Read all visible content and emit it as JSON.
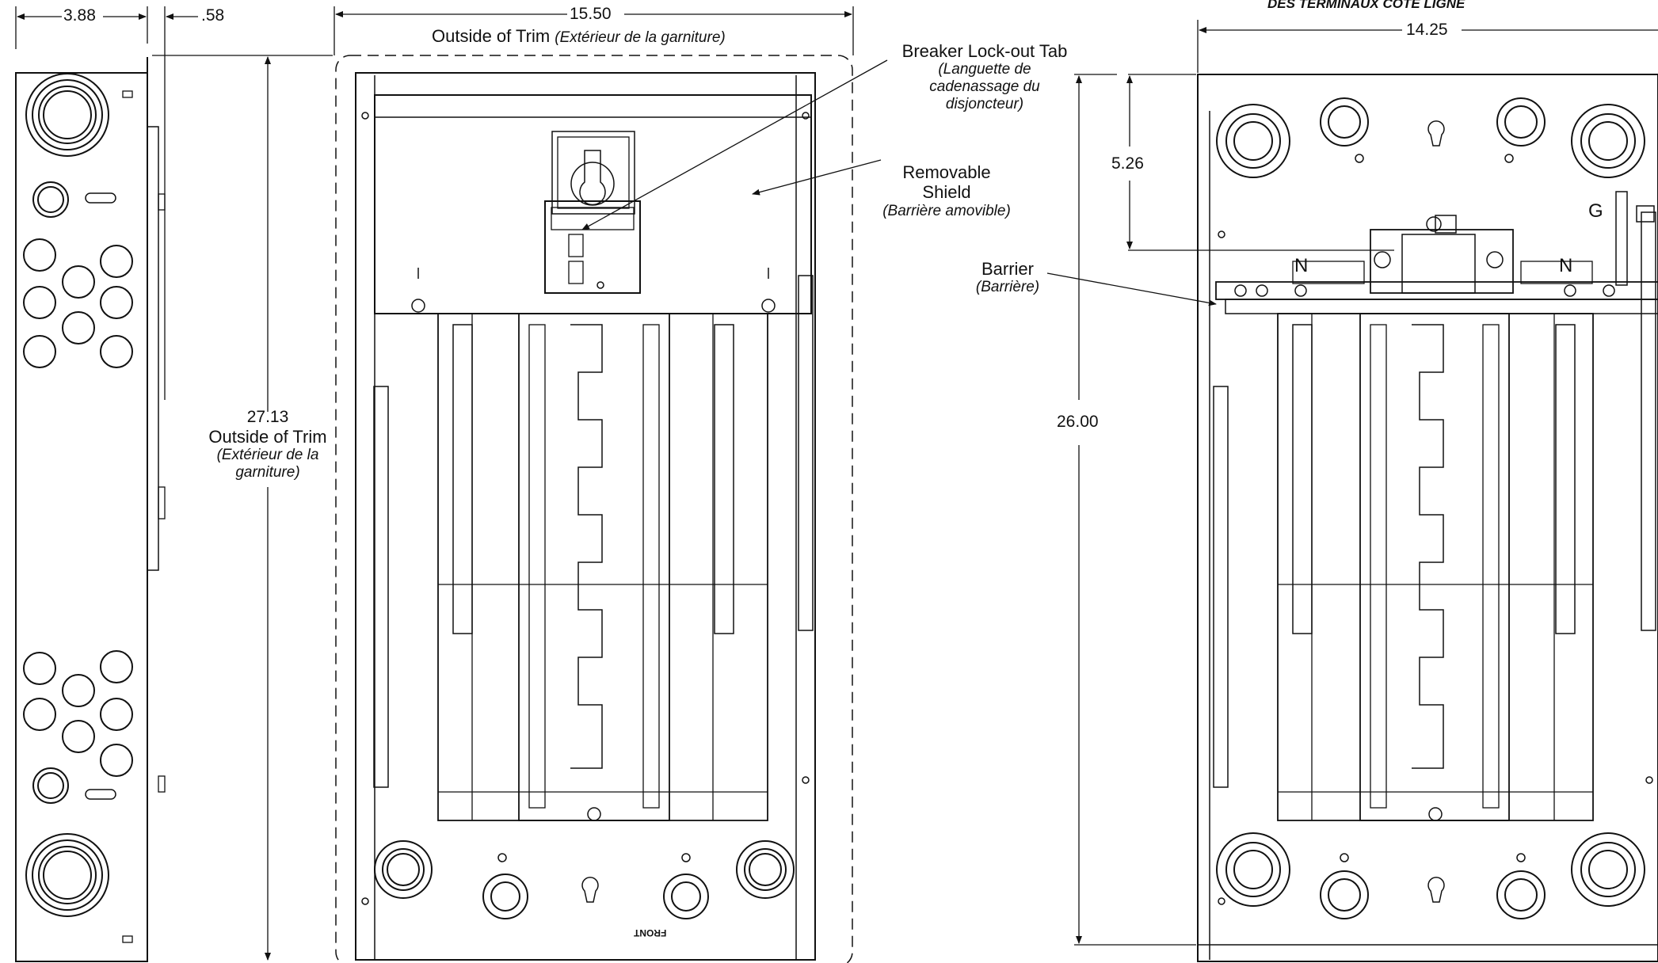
{
  "dimensions": {
    "side_width": "3.88",
    "flange": ".58",
    "trim_width": "15.50",
    "trim_height": "27.13",
    "box_width": "14.25",
    "line_terminal_depth": "5.26",
    "box_height": "26.00"
  },
  "labels": {
    "outside_trim": "Outside of Trim",
    "outside_trim_fr": "(Extérieur de la garniture)",
    "outside_trim_fr_line1": "(Extérieur de la",
    "outside_trim_fr_line2": "garniture)",
    "lockout_tab": "Breaker Lock-out Tab",
    "lockout_tab_fr_1": "(Languette de",
    "lockout_tab_fr_2": "cadenassage du",
    "lockout_tab_fr_3": "disjoncteur)",
    "removable": "Removable",
    "shield": "Shield",
    "shield_fr": "(Barrière amovible)",
    "barrier": "Barrier",
    "barrier_fr": "(Barrière)",
    "line_terminals_fr": "DES TERMINAUX CÔTÉ LIGNE",
    "neutral_left": "N",
    "neutral_right": "N",
    "ground": "G",
    "front_mark": "FRONT"
  },
  "colors": {
    "line": "#111111",
    "background": "#ffffff"
  }
}
